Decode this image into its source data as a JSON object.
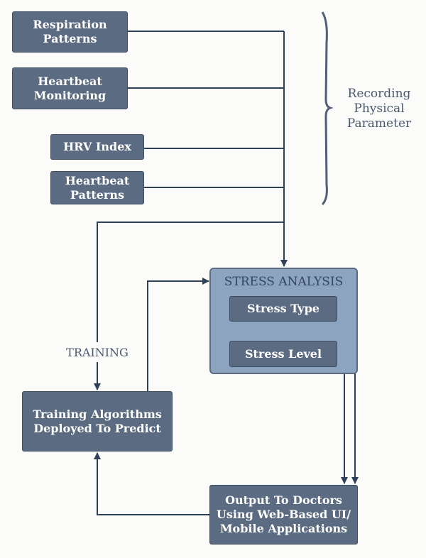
{
  "inputs": [
    {
      "label": "Respiration\nPatterns"
    },
    {
      "label": "Heartbeat\nMonitoring"
    },
    {
      "label": "HRV Index"
    },
    {
      "label": "Heartbeat\nPatterns"
    }
  ],
  "brace_label": "Recording\nPhysical\nParameter",
  "stress_analysis": {
    "title": "STRESS ANALYSIS",
    "type": "Stress Type",
    "level": "Stress Level"
  },
  "training_label": "TRAINING",
  "training_box": "Training Algorithms\nDeployed To Predict",
  "output_box": "Output To Doctors\nUsing Web-Based UI/\nMobile Applications",
  "colors": {
    "box": "#5b6b82",
    "panel": "#8ca4bf",
    "line": "#2e4157"
  }
}
